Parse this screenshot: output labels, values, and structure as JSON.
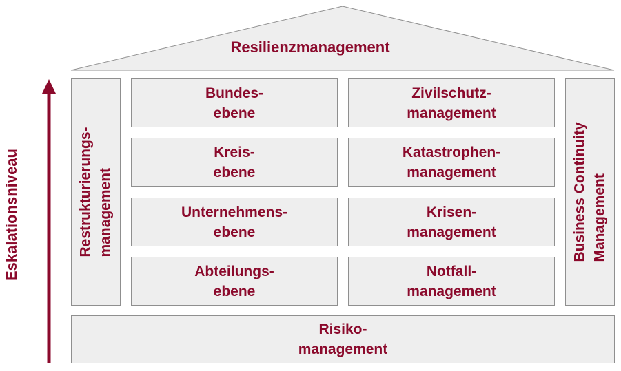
{
  "roof": {
    "label": "Resilienzmanagement"
  },
  "axis": {
    "label": "Eskalationsniveau"
  },
  "left_pillar": {
    "label": "Restrukturierungs-\nmanagement"
  },
  "right_pillar": {
    "label": "Business Continuity\nManagement"
  },
  "levels": [
    "Bundes-\nebene",
    "Kreis-\nebene",
    "Unternehmens-\nebene",
    "Abteilungs-\nebene"
  ],
  "management_types": [
    "Zivilschutz-\nmanagement",
    "Katastrophen-\nmanagement",
    "Krisen-\nmanagement",
    "Notfall-\nmanagement"
  ],
  "foundation": {
    "label": "Risiko-\nmanagement"
  },
  "colors": {
    "accent": "#8b0a2c",
    "box_fill": "#eeeeee",
    "border": "#8f8f8f"
  }
}
